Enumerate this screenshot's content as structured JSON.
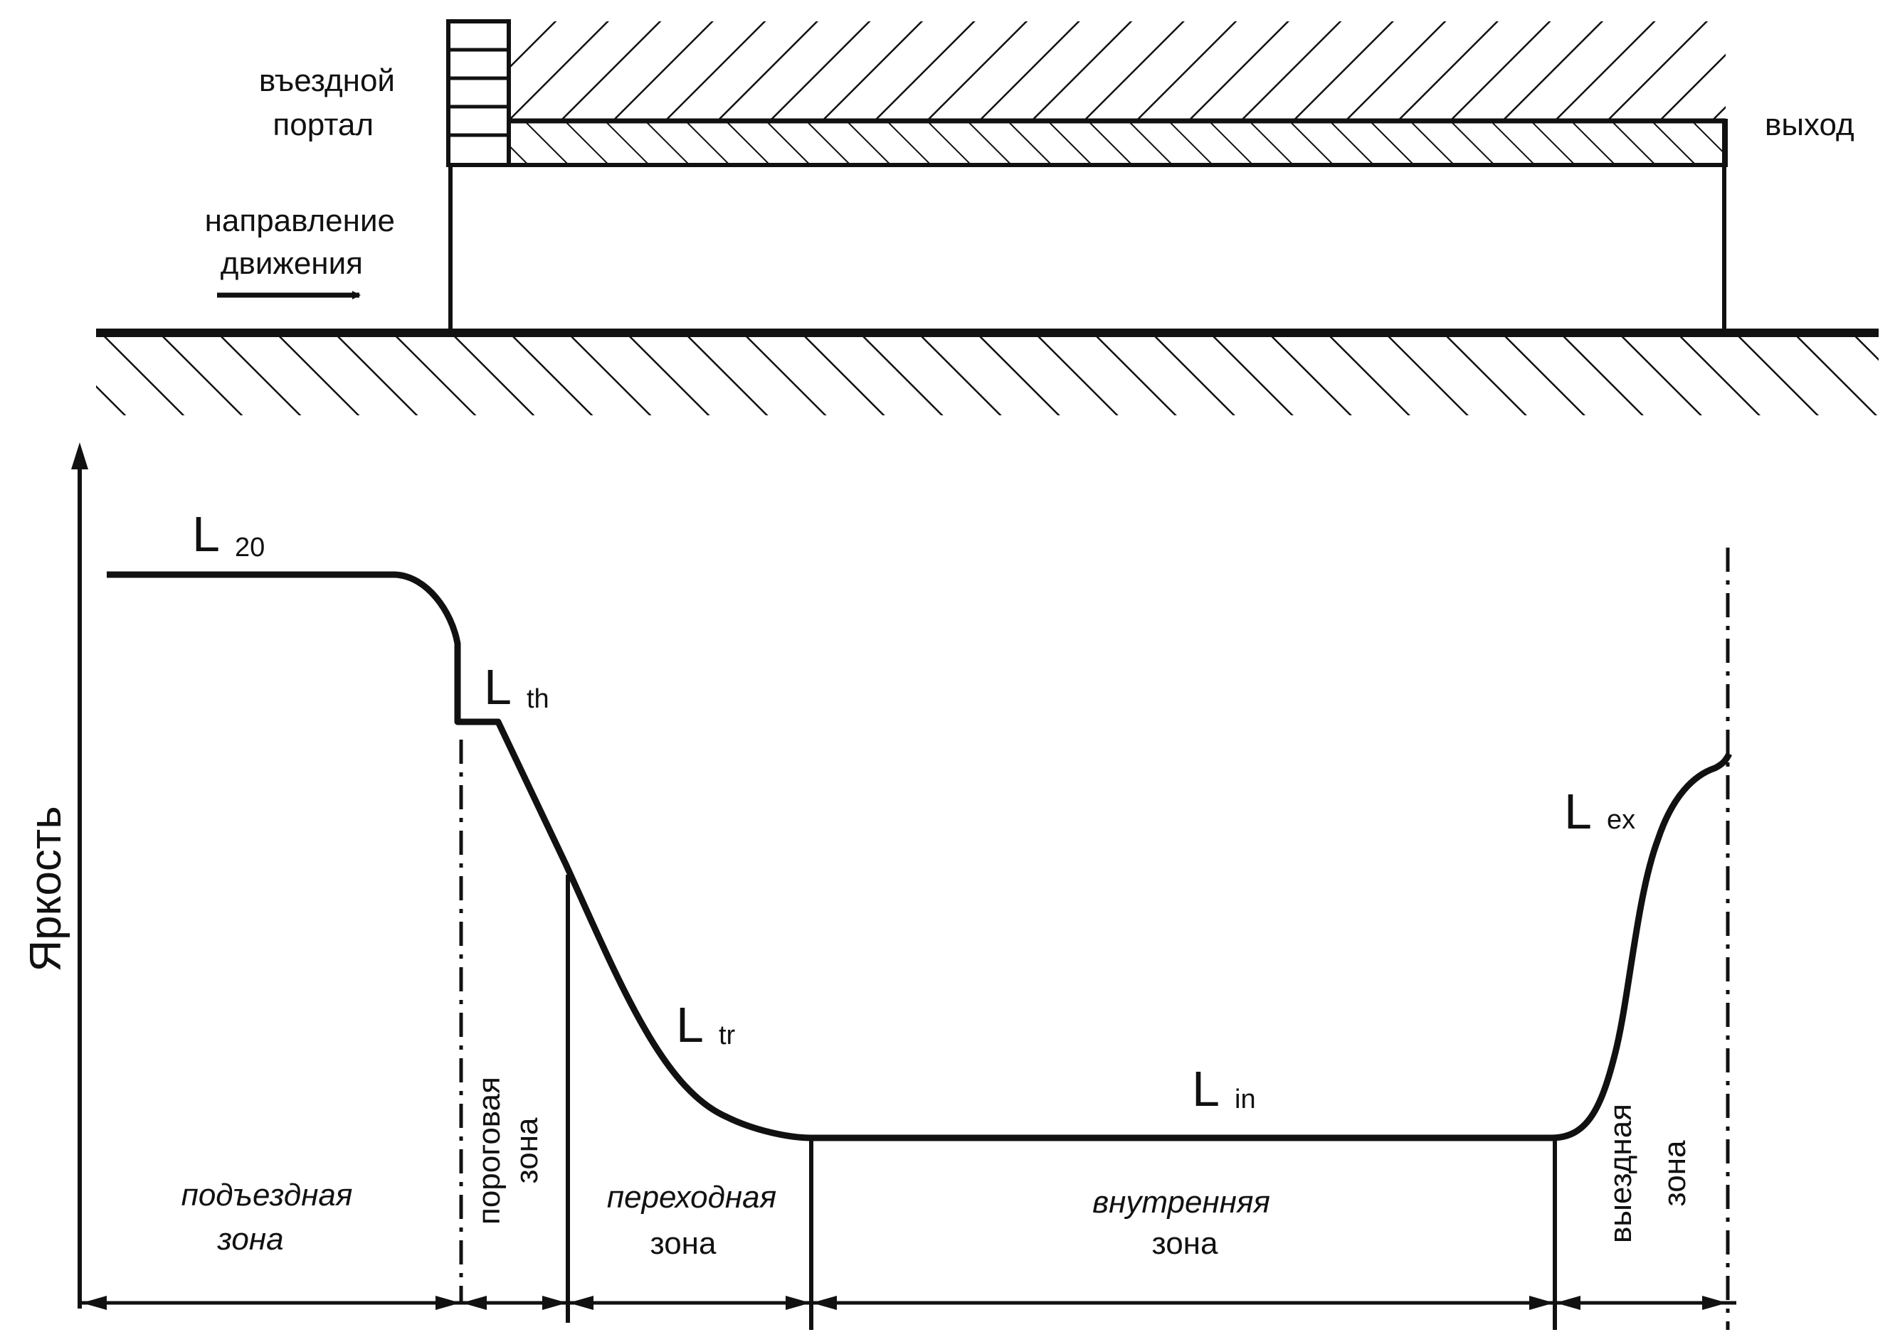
{
  "top": {
    "entrance_portal_line1": "въездной",
    "entrance_portal_line2": "портал",
    "direction_line1": "направление",
    "direction_line2": "движения",
    "exit_label": "выход"
  },
  "graph": {
    "y_axis_label": "Яркость",
    "curve_labels": [
      {
        "main": "L",
        "sub": "20"
      },
      {
        "main": "L",
        "sub": "th"
      },
      {
        "main": "L",
        "sub": "tr"
      },
      {
        "main": "L",
        "sub": "in"
      },
      {
        "main": "L",
        "sub": "ex"
      }
    ],
    "zones": {
      "approach_line1": "подъездная",
      "approach_line2": "зона",
      "threshold_line1": "пороговая",
      "threshold_line2": "зона",
      "transition_line1": "переходная",
      "transition_line2": "зона",
      "interior_line1": "внутренняя",
      "interior_line2": "зона",
      "exit_line1": "выездная",
      "exit_line2": "зона"
    }
  },
  "colors": {
    "ink": "#111111",
    "background": "#ffffff"
  }
}
